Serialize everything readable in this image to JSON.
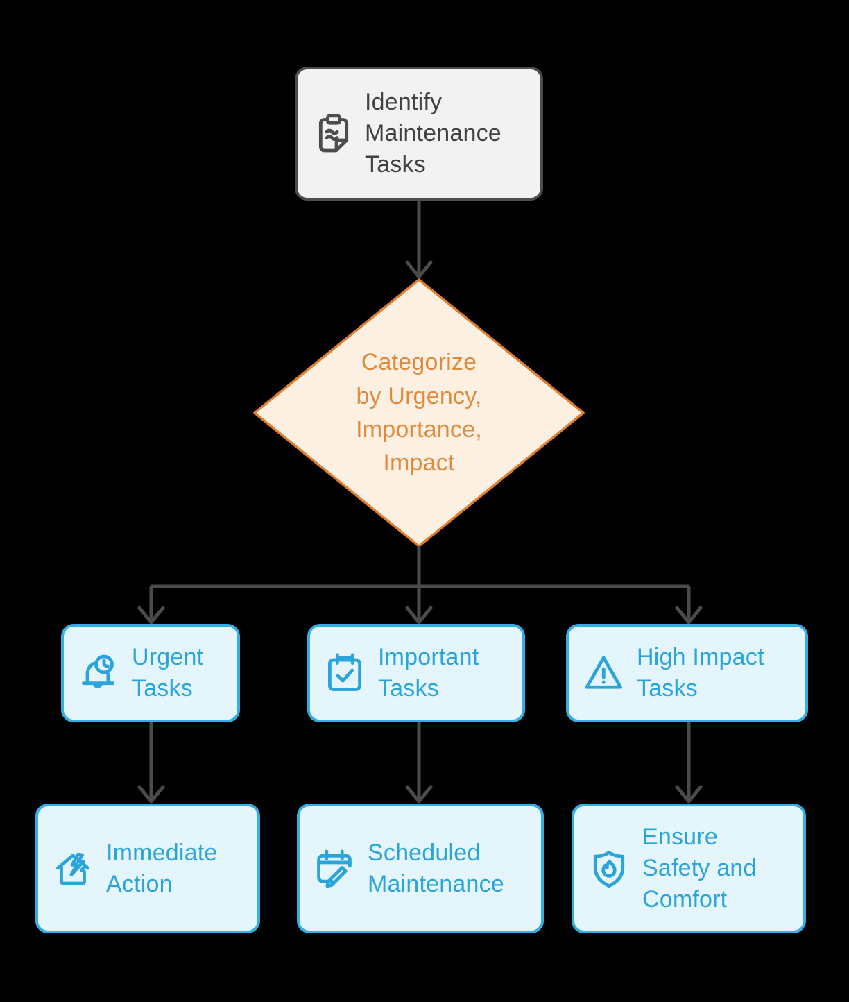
{
  "colors": {
    "background": "#000000",
    "connector": "#4b4b4b",
    "start-fill": "#f2f2f2",
    "start-border": "#4d4d4d",
    "start-text": "#424242",
    "decision-fill": "#fcf0e3",
    "decision-border": "#e07e2f",
    "decision-text": "#e08a3c",
    "task-fill": "#e4f5fc",
    "task-border": "#32b0e3",
    "task-text": "#2aa4d9"
  },
  "nodes": {
    "start": {
      "label": "Identify\nMaintenance\nTasks",
      "icon": "clipboard-icon"
    },
    "decision": {
      "label": "Categorize\nby Urgency,\nImportance,\nImpact"
    },
    "urgent": {
      "label": "Urgent\nTasks",
      "icon": "bell-clock-icon"
    },
    "important": {
      "label": "Important\nTasks",
      "icon": "calendar-check-icon"
    },
    "high_impact": {
      "label": "High Impact\nTasks",
      "icon": "warning-triangle-icon"
    },
    "immediate": {
      "label": "Immediate\nAction",
      "icon": "house-lightning-icon"
    },
    "scheduled": {
      "label": "Scheduled\nMaintenance",
      "icon": "calendar-pencil-icon"
    },
    "safety": {
      "label": "Ensure\nSafety and\nComfort",
      "icon": "shield-flame-icon"
    }
  }
}
